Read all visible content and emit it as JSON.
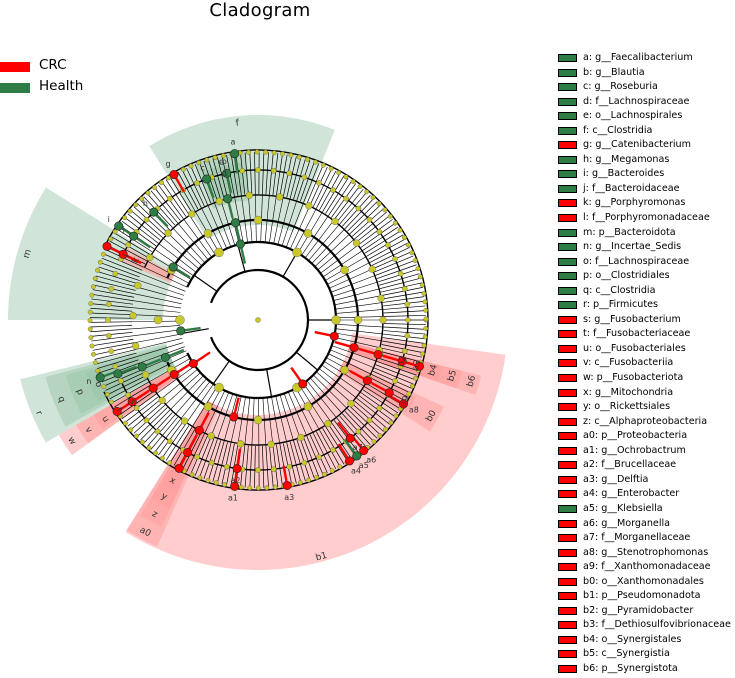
{
  "title": "Cladogram",
  "colors": {
    "CRC": "#ff0000",
    "Health": "#2e7d45",
    "CRC_shade": "#ff9b9b",
    "Health_shade": "#97c4a7",
    "node": "#c8c82a",
    "edge": "#000000"
  },
  "class_legend": [
    {
      "label": "CRC",
      "group": "CRC"
    },
    {
      "label": "Health",
      "group": "Health"
    }
  ],
  "key": [
    {
      "code": "a",
      "label": "a: g__Faecalibacterium",
      "group": "Health"
    },
    {
      "code": "b",
      "label": "b: g__Blautia",
      "group": "Health"
    },
    {
      "code": "c",
      "label": "c: g__Roseburia",
      "group": "Health"
    },
    {
      "code": "d",
      "label": "d: f__Lachnospiraceae",
      "group": "Health"
    },
    {
      "code": "e",
      "label": "e: o__Lachnospirales",
      "group": "Health"
    },
    {
      "code": "f",
      "label": "f: c__Clostridia",
      "group": "Health"
    },
    {
      "code": "g",
      "label": "g: g__Catenibacterium",
      "group": "CRC"
    },
    {
      "code": "h",
      "label": "h: g__Megamonas",
      "group": "Health"
    },
    {
      "code": "i",
      "label": "i: g__Bacteroides",
      "group": "Health"
    },
    {
      "code": "j",
      "label": "j: f__Bacteroidaceae",
      "group": "Health"
    },
    {
      "code": "k",
      "label": "k: g__Porphyromonas",
      "group": "CRC"
    },
    {
      "code": "l",
      "label": "l: f__Porphyromonadaceae",
      "group": "CRC"
    },
    {
      "code": "m",
      "label": "m: p__Bacteroidota",
      "group": "Health"
    },
    {
      "code": "n",
      "label": "n: g__Incertae_Sedis",
      "group": "Health"
    },
    {
      "code": "o",
      "label": "o: f__Lachnospiraceae",
      "group": "Health"
    },
    {
      "code": "p",
      "label": "p: o__Clostridiales",
      "group": "Health"
    },
    {
      "code": "q",
      "label": "q: c__Clostridia",
      "group": "Health"
    },
    {
      "code": "r",
      "label": "r: p__Firmicutes",
      "group": "Health"
    },
    {
      "code": "s",
      "label": "s: g__Fusobacterium",
      "group": "CRC"
    },
    {
      "code": "t",
      "label": "t: f__Fusobacteriaceae",
      "group": "CRC"
    },
    {
      "code": "u",
      "label": "u: o__Fusobacteriales",
      "group": "CRC"
    },
    {
      "code": "v",
      "label": "v: c__Fusobacteriia",
      "group": "CRC"
    },
    {
      "code": "w",
      "label": "w: p__Fusobacteriota",
      "group": "CRC"
    },
    {
      "code": "x",
      "label": "x: g__Mitochondria",
      "group": "CRC"
    },
    {
      "code": "y",
      "label": "y: o__Rickettsiales",
      "group": "CRC"
    },
    {
      "code": "z",
      "label": "z: c__Alphaproteobacteria",
      "group": "CRC"
    },
    {
      "code": "a0",
      "label": "a0: p__Proteobacteria",
      "group": "CRC"
    },
    {
      "code": "a1",
      "label": "a1: g__Ochrobactrum",
      "group": "CRC"
    },
    {
      "code": "a2",
      "label": "a2: f__Brucellaceae",
      "group": "CRC"
    },
    {
      "code": "a3",
      "label": "a3: g__Delftia",
      "group": "CRC"
    },
    {
      "code": "a4",
      "label": "a4: g__Enterobacter",
      "group": "CRC"
    },
    {
      "code": "a5",
      "label": "a5: g__Klebsiella",
      "group": "Health"
    },
    {
      "code": "a6",
      "label": "a6: g__Morganella",
      "group": "CRC"
    },
    {
      "code": "a7",
      "label": "a7: f__Morganellaceae",
      "group": "CRC"
    },
    {
      "code": "a8",
      "label": "a8: g__Stenotrophomonas",
      "group": "CRC"
    },
    {
      "code": "a9",
      "label": "a9: f__Xanthomonadaceae",
      "group": "CRC"
    },
    {
      "code": "b0",
      "label": "b0: o__Xanthomonadales",
      "group": "CRC"
    },
    {
      "code": "b1",
      "label": "b1: p__Pseudomonadota",
      "group": "CRC"
    },
    {
      "code": "b2",
      "label": "b2: g__Pyramidobacter",
      "group": "CRC"
    },
    {
      "code": "b3",
      "label": "b3: f__Dethiosulfovibrionaceae",
      "group": "CRC"
    },
    {
      "code": "b4",
      "label": "b4: o__Synergistales",
      "group": "CRC"
    },
    {
      "code": "b5",
      "label": "b5: c__Synergistia",
      "group": "CRC"
    },
    {
      "code": "b6",
      "label": "b6: p__Synergistota",
      "group": "CRC"
    }
  ]
}
